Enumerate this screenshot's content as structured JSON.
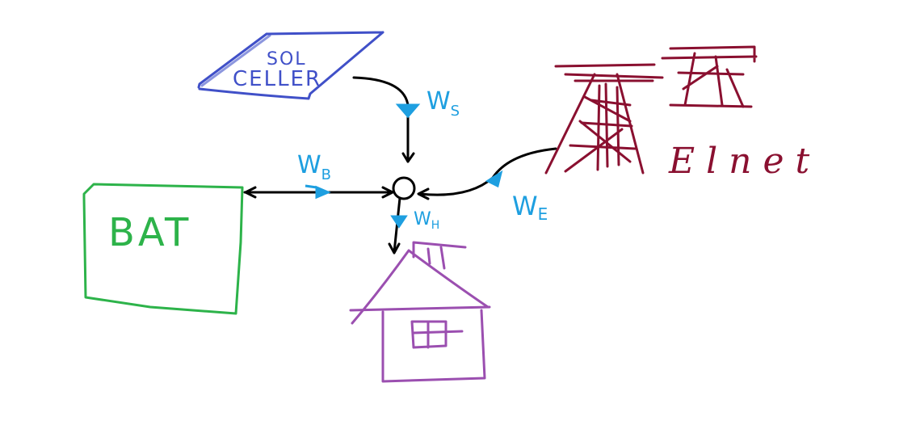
{
  "colors": {
    "solar": "#4050c8",
    "battery": "#2db34a",
    "house": "#9b4fb0",
    "grid": "#8a1030",
    "flow_arrow": "#1e9fe0",
    "wire": "#000000"
  },
  "solar_panel": {
    "line1": "SOL",
    "line2": "CELLER"
  },
  "battery": {
    "label": "BAT"
  },
  "grid": {
    "label": "E l n e t"
  },
  "flows": {
    "solar": {
      "main": "W",
      "sub": "S"
    },
    "battery": {
      "main": "W",
      "sub": "B"
    },
    "house": {
      "main": "W",
      "sub": "H"
    },
    "grid": {
      "main": "W",
      "sub": "E"
    }
  }
}
